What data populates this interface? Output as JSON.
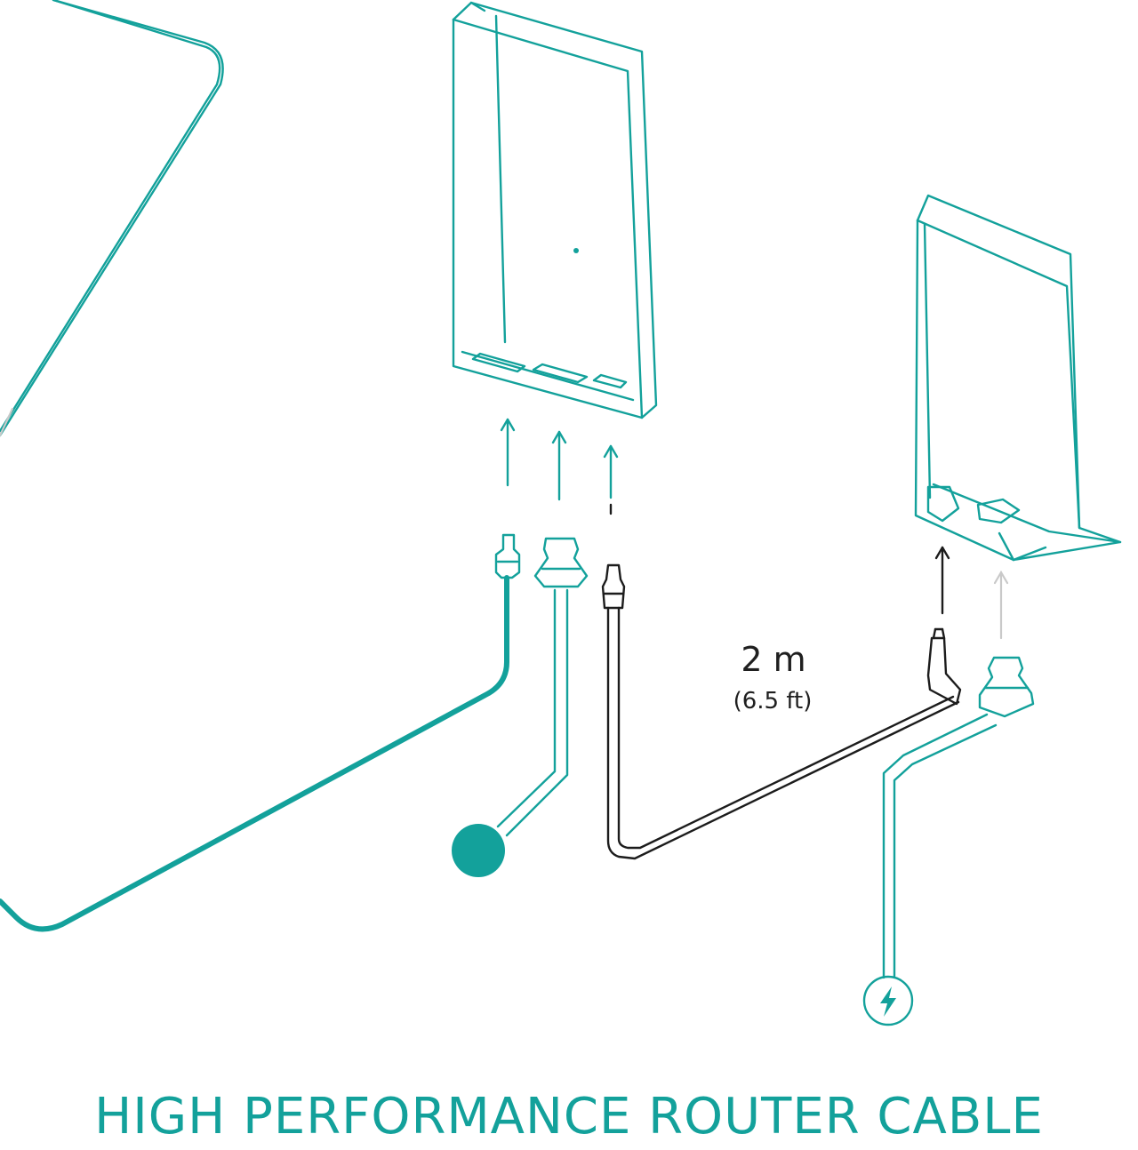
{
  "colors": {
    "accent": "#13a19b",
    "cable_dark": "#1c1c1c",
    "arrow_light": "#c9c9c9"
  },
  "labels": {
    "length_metric": "2 m",
    "length_imperial": "(6.5 ft)",
    "headline": "HIGH PERFORMANCE ROUTER CABLE"
  },
  "icons": {
    "power": "lightning-bolt-icon",
    "arrow": "arrow-up-icon"
  }
}
